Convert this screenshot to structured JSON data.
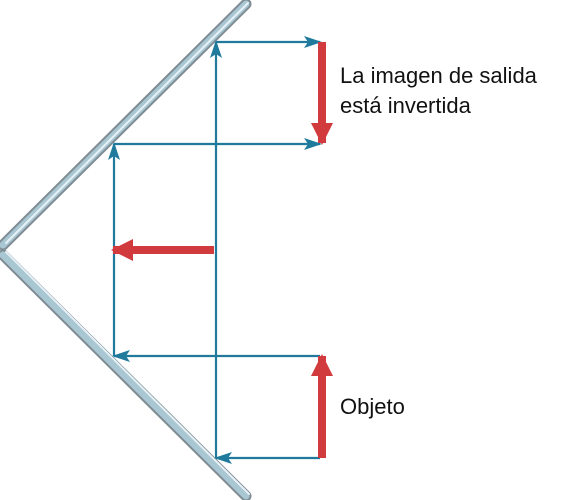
{
  "labels": {
    "output_line1": "La imagen de salida",
    "output_line2": "está invertida",
    "object": "Objeto"
  },
  "colors": {
    "ray": "#1f7a9c",
    "arrow": "#d23b3e",
    "mirror_face": "#a9c6d3",
    "mirror_edge": "#7f8c93",
    "mirror_highlight": "#e6f1f6",
    "text": "#111111",
    "background": "#ffffff"
  },
  "elements": {
    "mirrors": [
      "upper-mirror",
      "lower-mirror"
    ],
    "rays": [
      "inner-ray",
      "outer-ray"
    ],
    "arrows": [
      "object-arrow",
      "image-arrow",
      "reflected-arrow"
    ]
  }
}
